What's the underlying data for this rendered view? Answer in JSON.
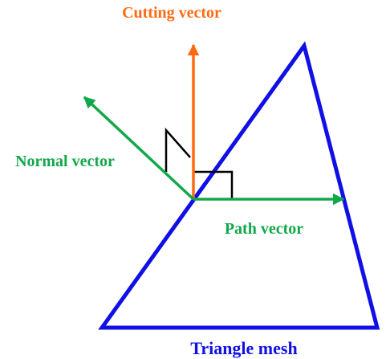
{
  "labels": {
    "cutting_vector": "Cutting vector",
    "normal_vector": "Normal vector",
    "path_vector": "Path vector",
    "triangle_mesh": "Triangle mesh"
  },
  "colors": {
    "cutting": "#ff6a13",
    "normal": "#12a84a",
    "path": "#12a84a",
    "mesh": "#1010e6",
    "marks": "#000000"
  }
}
